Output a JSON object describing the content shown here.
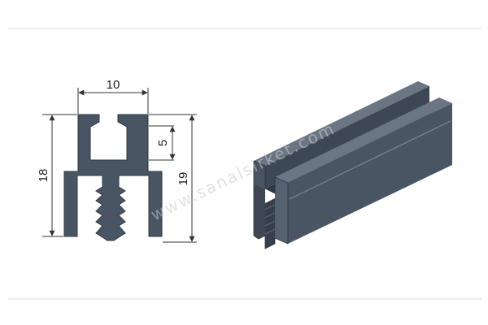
{
  "diagram": {
    "dimensions": {
      "top_width": "10",
      "left_height": "18",
      "slot_depth": "5",
      "right_height": "19"
    },
    "watermark": "www.sanalsirket.com",
    "colors": {
      "profile_fill": "#4a5563",
      "profile_dark": "#363f4b",
      "profile_light": "#6a7684",
      "dimension_line": "#333333",
      "frame": "#d9d9d9"
    }
  }
}
